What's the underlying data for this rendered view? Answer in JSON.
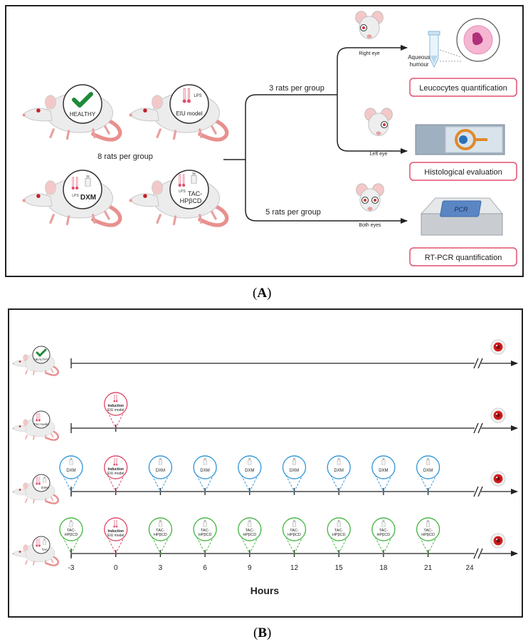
{
  "panel_a": {
    "label_open": "(",
    "label_letter": "A",
    "label_close": ")",
    "groups": [
      {
        "name": "healthy",
        "badge": "HEALTHY"
      },
      {
        "name": "eiu",
        "badge": "EIU model",
        "sub": "LPS"
      },
      {
        "name": "dxm",
        "badge": "DXM",
        "sub": "LPS"
      },
      {
        "name": "tac",
        "badge_line1": "TAC-",
        "badge_line2": "HPβCD",
        "sub": "LPS"
      }
    ],
    "rats_per_group": "8 rats per group",
    "split_top": "3 rats per group",
    "split_bottom": "5 rats per group",
    "eyes": {
      "right": "Right eye",
      "left": "Left eye",
      "both": "Both eyes"
    },
    "aqueous_line1": "Aqueous",
    "aqueous_line2": "humour",
    "pcr": "PCR",
    "boxes": [
      "Leucocytes quantification",
      "Histological evaluation",
      "RT-PCR quantification"
    ],
    "colors": {
      "box_border": "#e0506e",
      "arrow": "#222222"
    }
  },
  "panel_b": {
    "label_open": "(",
    "label_letter": "B",
    "label_close": ")",
    "rows": [
      {
        "group": "healthy",
        "badge": "HEALTHY",
        "markers": []
      },
      {
        "group": "eiu",
        "badge": "EIU model",
        "markers": [
          {
            "kind": "induction",
            "hour": 0
          }
        ]
      },
      {
        "group": "dxm",
        "badge": "DXM",
        "markers": [
          {
            "kind": "drug",
            "hour": -3
          },
          {
            "kind": "induction",
            "hour": 0
          },
          {
            "kind": "drug",
            "hour": 3
          },
          {
            "kind": "drug",
            "hour": 6
          },
          {
            "kind": "drug",
            "hour": 9
          },
          {
            "kind": "drug",
            "hour": 12
          },
          {
            "kind": "drug",
            "hour": 15
          },
          {
            "kind": "drug",
            "hour": 18
          },
          {
            "kind": "drug",
            "hour": 21
          }
        ]
      },
      {
        "group": "tac",
        "badge": "TAC",
        "markers": [
          {
            "kind": "drug",
            "hour": -3
          },
          {
            "kind": "induction",
            "hour": 0
          },
          {
            "kind": "drug",
            "hour": 3
          },
          {
            "kind": "drug",
            "hour": 6
          },
          {
            "kind": "drug",
            "hour": 9
          },
          {
            "kind": "drug",
            "hour": 12
          },
          {
            "kind": "drug",
            "hour": 15
          },
          {
            "kind": "drug",
            "hour": 18
          },
          {
            "kind": "drug",
            "hour": 21
          }
        ]
      }
    ],
    "induction_line1": "Induction",
    "induction_line2": "EIU model",
    "dxm_label": "DXM",
    "tac_line1": "TAC-",
    "tac_line2": "HPβCD",
    "ticks": [
      "-3",
      "0",
      "3",
      "6",
      "9",
      "12",
      "15",
      "18",
      "21",
      "24"
    ],
    "xlabel": "Hours",
    "colors": {
      "dxm": "#3a9ad9",
      "tac": "#4cb848",
      "induction": "#e0506e",
      "eye": "#d01c1c"
    }
  }
}
